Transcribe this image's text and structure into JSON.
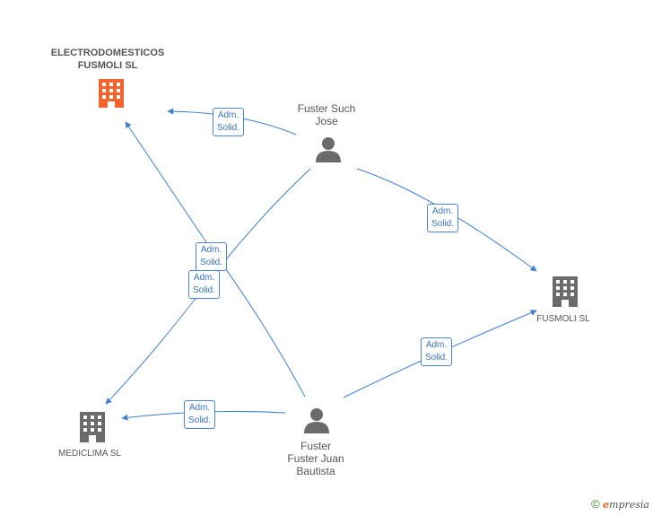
{
  "nodes": {
    "electro": {
      "label_line1": "ELECTRODOMESTICOS",
      "label_line2": "FUSMOLI SL",
      "color": "#f26430",
      "icon": "building-icon"
    },
    "fusmoli": {
      "label": "FUSMOLI SL",
      "color": "#6b6b6b",
      "icon": "building-icon"
    },
    "mediclima": {
      "label": "MEDICLIMA SL",
      "color": "#6b6b6b",
      "icon": "building-icon"
    },
    "jose": {
      "label_line1": "Fuster Such",
      "label_line2": "Jose",
      "icon": "person-icon"
    },
    "juan": {
      "label_line1": "Fuster",
      "label_line2": "Fuster Juan",
      "label_line3": "Bautista",
      "icon": "person-icon"
    }
  },
  "edges": [
    {
      "from": "jose",
      "to": "electro",
      "label_line1": "Adm.",
      "label_line2": "Solid."
    },
    {
      "from": "jose",
      "to": "fusmoli",
      "label_line1": "Adm.",
      "label_line2": "Solid."
    },
    {
      "from": "jose",
      "to": "mediclima",
      "label_line1": "Adm.",
      "label_line2": "Solid."
    },
    {
      "from": "juan",
      "to": "electro",
      "label_line1": "Adm.",
      "label_line2": "Solid."
    },
    {
      "from": "juan",
      "to": "fusmoli",
      "label_line1": "Adm.",
      "label_line2": "Solid."
    },
    {
      "from": "juan",
      "to": "mediclima",
      "label_line1": "Adm.",
      "label_line2": "Solid."
    }
  ],
  "colors": {
    "edge": "#3f7fd0",
    "person": "#6b6b6b"
  },
  "footer": {
    "copyright": "©",
    "brand_initial": "e",
    "brand_rest": "mpresia"
  }
}
